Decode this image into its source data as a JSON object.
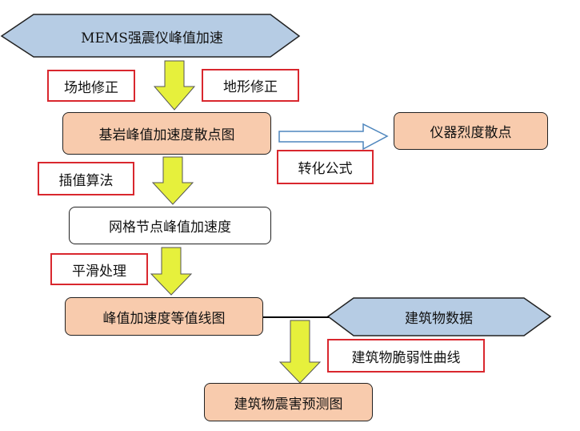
{
  "nodes": {
    "mems": "MEMS强震仪峰值加速",
    "site_correction": "场地修正",
    "terrain_correction": "地形修正",
    "bedrock_scatter": "基岩峰值加速度散点图",
    "intensity_scatter": "仪器烈度散点",
    "conversion_formula": "转化公式",
    "interpolation": "插值算法",
    "grid_pga": "网格节点峰值加速度",
    "smoothing": "平滑处理",
    "pga_contour": "峰值加速度等值线图",
    "building_data": "建筑物数据",
    "fragility_curve": "建筑物脆弱性曲线",
    "damage_map": "建筑物震害预测图"
  },
  "colors": {
    "hexagon_fill": "#b6cce4",
    "process_fill": "#f8cbad",
    "arrow_fill": "#e6f03c",
    "annotation_border": "#d9272e",
    "hollow_arrow_stroke": "#4e86bd"
  }
}
